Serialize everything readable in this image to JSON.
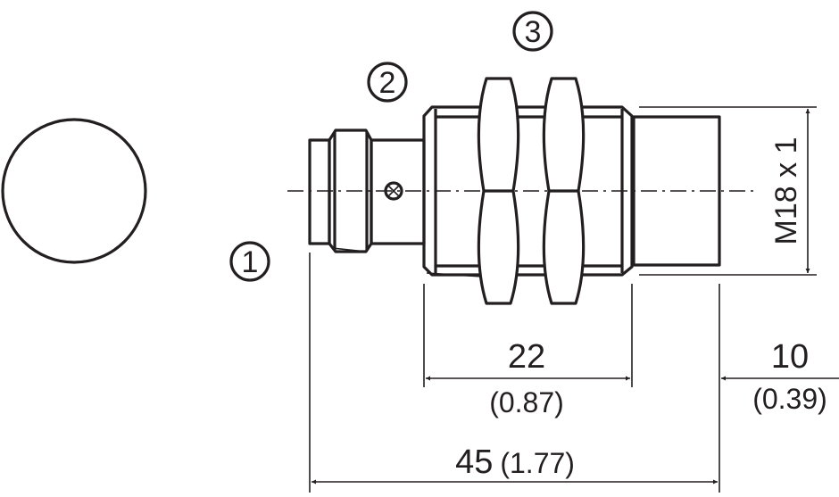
{
  "callouts": [
    "1",
    "2",
    "3"
  ],
  "thread_label": "M18 x 1",
  "dimensions": {
    "body_thread": {
      "mm": "22",
      "inch": "(0.87)"
    },
    "sensing_face": {
      "mm": "10",
      "inch": "(0.39)"
    },
    "total_length": {
      "mm": "45",
      "inch": "(1.77)"
    }
  },
  "colors": {
    "line": "#231f20",
    "background": "#ffffff"
  }
}
